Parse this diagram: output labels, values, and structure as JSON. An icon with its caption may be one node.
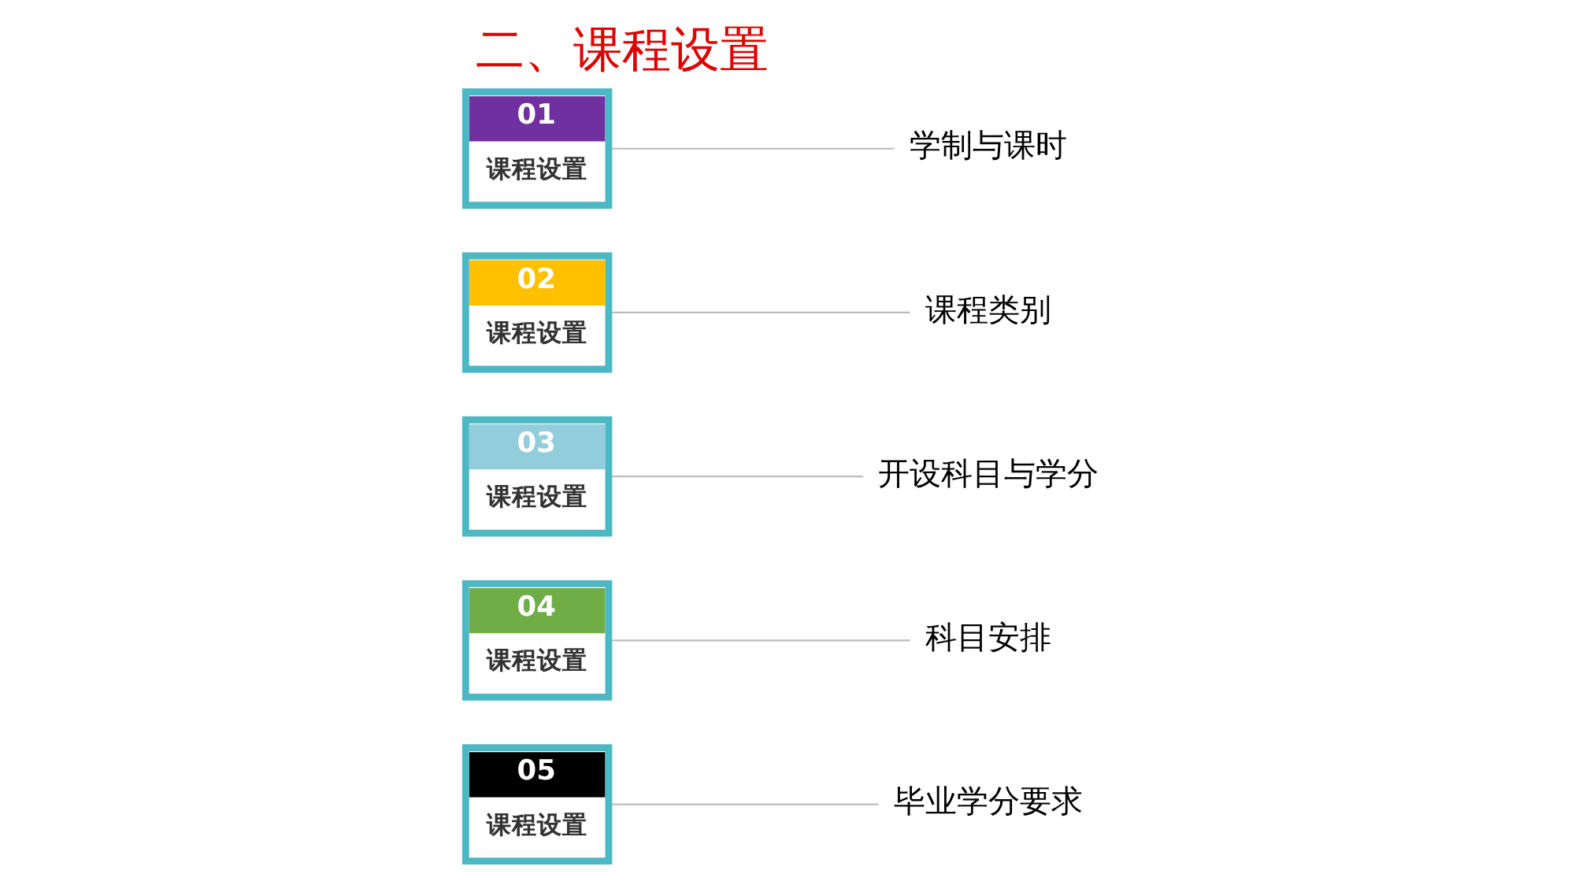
{
  "diagram": {
    "title": "二、课程设置",
    "nodes": [
      {
        "text": [
          "01",
          "课程设置"
        ]
      },
      {
        "text": [
          "02",
          "课程设置"
        ]
      },
      {
        "text": [
          "03",
          "课程设置"
        ]
      },
      {
        "text": [
          "04",
          "课程设置"
        ]
      },
      {
        "text": [
          "05",
          "课程设置"
        ]
      },
      {
        "text": [
          "学制与课时"
        ]
      },
      {
        "text": [
          "课程类别"
        ]
      },
      {
        "text": [
          "开设科目与学分"
        ]
      },
      {
        "text": [
          "科目安排"
        ]
      },
      {
        "text": [
          "毕业学分要求"
        ]
      }
    ],
    "edges": [
      {
        "from": 0,
        "to": 5,
        "arrow": "none"
      },
      {
        "from": 1,
        "to": 6,
        "arrow": "none"
      },
      {
        "from": 2,
        "to": 7,
        "arrow": "none"
      },
      {
        "from": 3,
        "to": 8,
        "arrow": "none"
      },
      {
        "from": 4,
        "to": 9,
        "arrow": "none"
      }
    ]
  }
}
